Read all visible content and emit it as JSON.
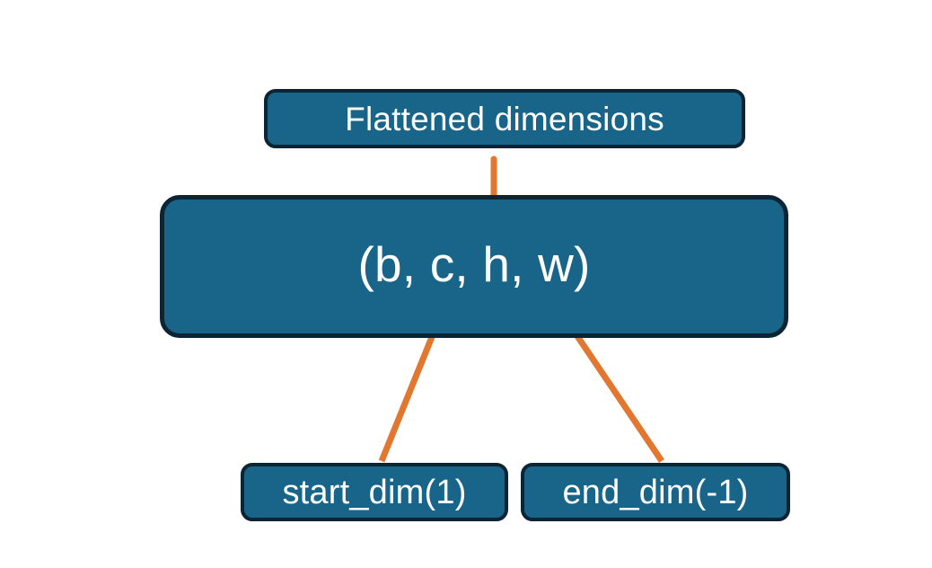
{
  "diagram": {
    "title": "PyTorch flatten start_dim / end_dim illustration",
    "background_color": "#ffffff",
    "node_fill_color": "#19658a",
    "node_border_color": "#0c2433",
    "node_text_color": "#ffffff",
    "connector_color": "#e2772f",
    "nodes": {
      "flattened": {
        "label": "Flattened dimensions",
        "role": "callout-top"
      },
      "shape": {
        "label": "(b, c, h, w)",
        "role": "tensor-shape",
        "dims": [
          "b",
          "c",
          "h",
          "w"
        ]
      },
      "start_dim": {
        "label": "start_dim(1)",
        "role": "argument",
        "argument_value": "1"
      },
      "end_dim": {
        "label": "end_dim(-1)",
        "role": "argument",
        "argument_value": "-1"
      }
    },
    "connectors": [
      {
        "name": "brace-over-c-h-w",
        "kind": "curly-brace",
        "from": "shape",
        "to": "flattened",
        "covers": [
          "c",
          "h",
          "w"
        ]
      },
      {
        "name": "arrow-start-dim-to-c",
        "kind": "arrow",
        "from": "start_dim",
        "to": "shape",
        "points_at": "c"
      },
      {
        "name": "arrow-end-dim-to-w",
        "kind": "arrow",
        "from": "end_dim",
        "to": "shape",
        "points_at": "w"
      }
    ]
  }
}
